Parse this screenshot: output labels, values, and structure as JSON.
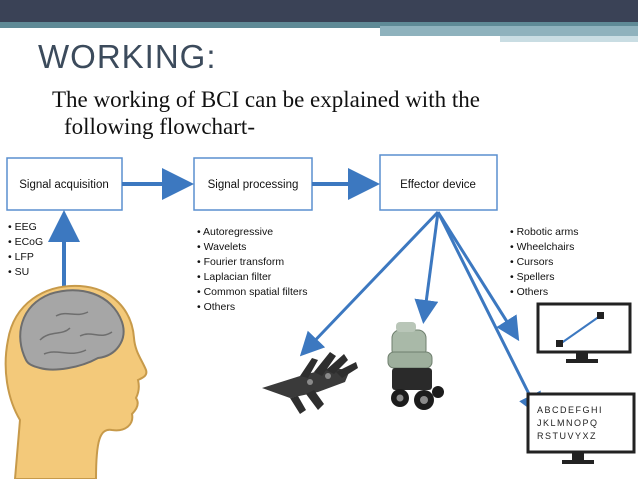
{
  "slide": {
    "title": "WORKING:",
    "text_line1": "The working of BCI can be explained with the",
    "text_line2": "following flowchart-"
  },
  "flowchart": {
    "boxes": [
      "Signal acquisition",
      "Signal processing",
      "Effector device"
    ],
    "acquisition_items": [
      "• EEG",
      "• ECoG",
      "• LFP",
      "• SU"
    ],
    "processing_items": [
      "• Autoregressive",
      "• Wavelets",
      "• Fourier transform",
      "• Laplacian filter",
      "• Common spatial filters",
      "• Others"
    ],
    "effector_items": [
      "• Robotic arms",
      "• Wheelchairs",
      "• Cursors",
      "• Spellers",
      "• Others"
    ],
    "speller_rows": [
      "ABCDEFGHI",
      "JKLMNOPQ",
      "RSTUVYXZ"
    ]
  },
  "colors": {
    "arrow": "#3c78c0",
    "head": "#bdbdbd",
    "box_border": "#5a8fcf",
    "title": "#3c4b5c",
    "header": "#3a4256"
  }
}
